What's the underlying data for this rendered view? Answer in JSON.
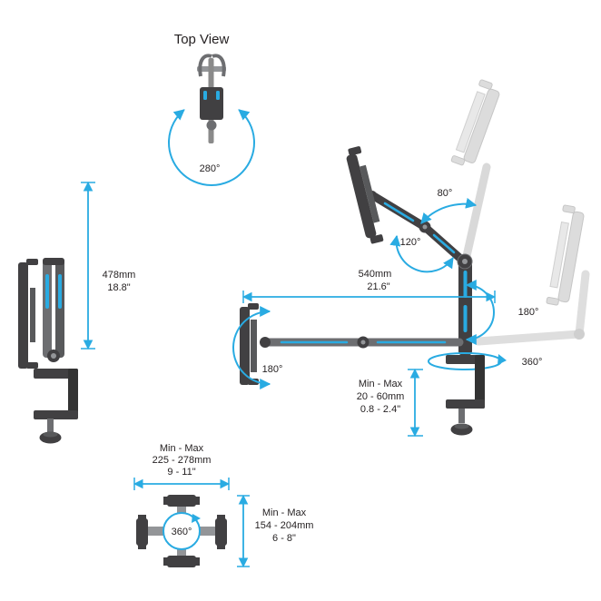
{
  "title": "Top View",
  "colors": {
    "accent": "#29ABE2",
    "hardware_dark": "#414042",
    "hardware_mid": "#6D6E71",
    "ghost": "#DCDCDC"
  },
  "top_view": {
    "rotation_label": "280°"
  },
  "side_view": {
    "height_mm": "478mm",
    "height_in": "18.8\""
  },
  "arm_view": {
    "tilt_upper_label": "80°",
    "elbow_label": "120°",
    "reach_mm": "540mm",
    "reach_in": "21.6\"",
    "swivel_label": "180°",
    "base_rotation_label": "360°",
    "head_rotation_label": "180°"
  },
  "clamp": {
    "minmax_label": "Min - Max",
    "range_mm": "20 - 60mm",
    "range_in": "0.8 - 2.4\""
  },
  "bottom_view": {
    "width_minmax_label": "Min - Max",
    "width_mm": "225 - 278mm",
    "width_in": "9 - 11\"",
    "rotation_label": "360°",
    "height_minmax_label": "Min - Max",
    "height_mm": "154 - 204mm",
    "height_in": "6 - 8\""
  }
}
